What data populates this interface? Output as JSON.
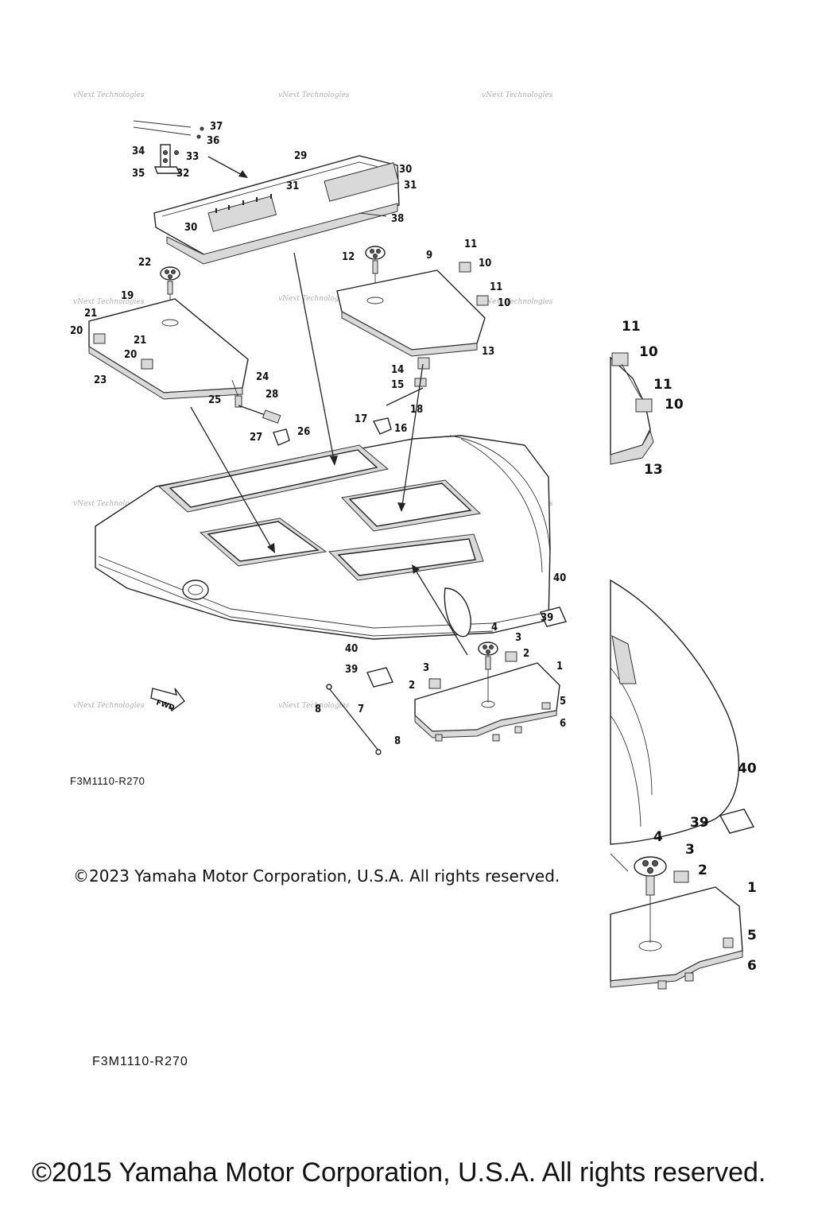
{
  "callouts": {
    "c1": "1",
    "c2": "2",
    "c3": "3",
    "c4": "4",
    "c5": "5",
    "c6": "6",
    "c7": "7",
    "c8": "8",
    "c9": "9",
    "c10": "10",
    "c11": "11",
    "c12": "12",
    "c13": "13",
    "c14": "14",
    "c15": "15",
    "c16": "16",
    "c17": "17",
    "c18": "18",
    "c19": "19",
    "c20": "20",
    "c21": "21",
    "c22": "22",
    "c23": "23",
    "c24": "24",
    "c25": "25",
    "c26": "26",
    "c27": "27",
    "c28": "28",
    "c29": "29",
    "c30": "30",
    "c31": "31",
    "c32": "32",
    "c33": "33",
    "c34": "34",
    "c35": "35",
    "c36": "36",
    "c37": "37",
    "c38": "38",
    "c39": "39",
    "c40": "40"
  },
  "fwd_label": "FWD",
  "watermark": "vNext Technologies",
  "figure_code_small": "F3M1110-R270",
  "figure_code_large": "F3M1110-R270",
  "copyright_2023": "©2023 Yamaha Motor Corporation, U.S.A. All rights reserved.",
  "copyright_2015": "©2015 Yamaha Motor Corporation, U.S.A. All rights reserved."
}
